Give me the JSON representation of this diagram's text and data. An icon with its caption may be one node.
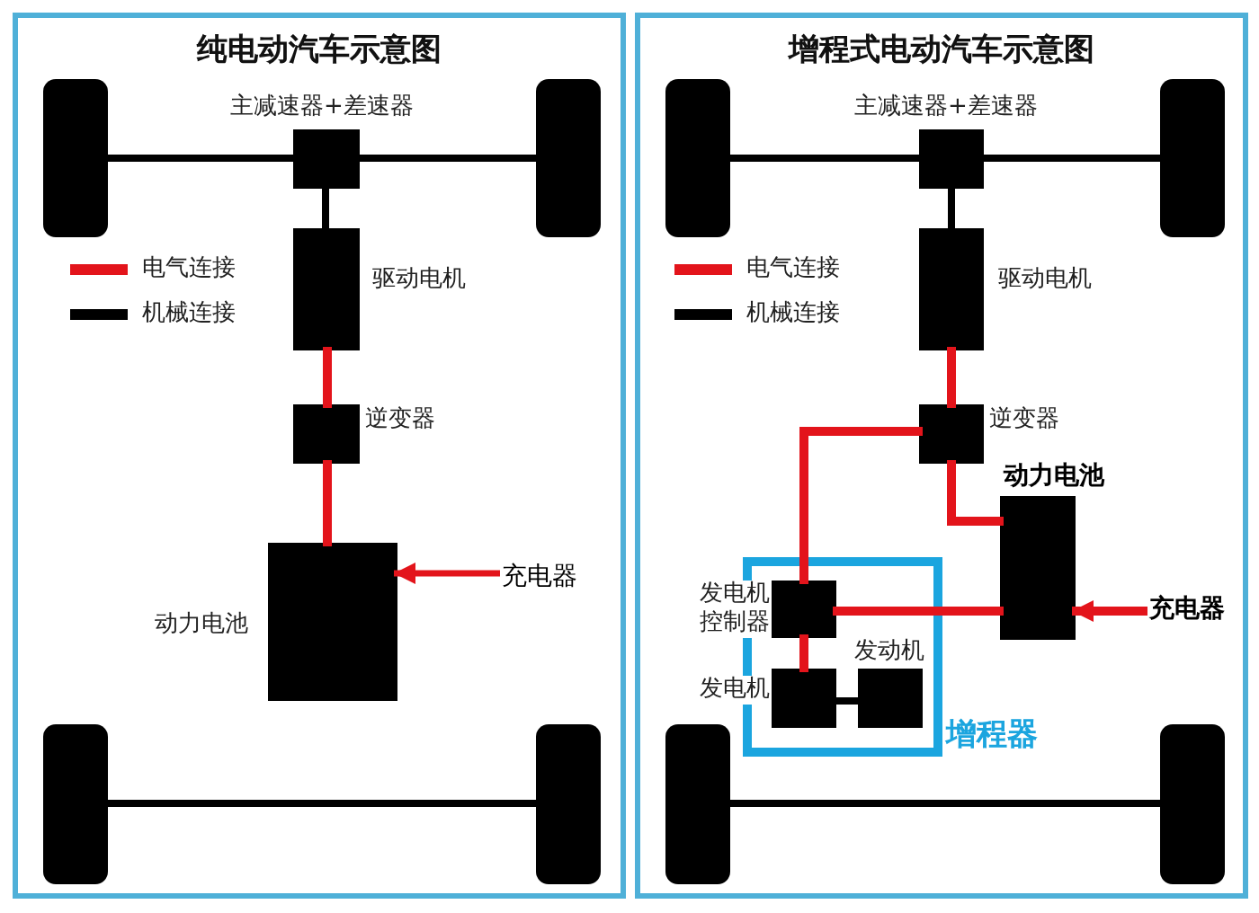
{
  "diagram": {
    "nodes": [
      {
        "text": [
          "纯电动汽车示意图"
        ]
      },
      {
        "text": [],
        "shape": "wheel",
        "in": 0
      },
      {
        "text": [],
        "shape": "wheel",
        "in": 0
      },
      {
        "text": [],
        "shape": "box",
        "beside": [
          "主减速器+差速器"
        ],
        "in": 0
      },
      {
        "text": [],
        "shape": "box",
        "beside": [
          "驱动电机"
        ],
        "in": 0
      },
      {
        "text": [],
        "shape": "box",
        "beside": [
          "逆变器"
        ],
        "in": 0
      },
      {
        "text": [],
        "shape": "box",
        "beside": [
          "动力电池"
        ],
        "in": 0
      },
      {
        "text": [],
        "shape": "wheel",
        "in": 0
      },
      {
        "text": [],
        "shape": "wheel",
        "in": 0
      },
      {
        "text": [
          "充电器"
        ],
        "in": 0
      },
      {
        "text": [
          "增程式电动汽车示意图"
        ]
      },
      {
        "text": [],
        "shape": "wheel",
        "in": 10
      },
      {
        "text": [],
        "shape": "wheel",
        "in": 10
      },
      {
        "text": [],
        "shape": "box",
        "beside": [
          "主减速器+差速器"
        ],
        "in": 10
      },
      {
        "text": [],
        "shape": "box",
        "beside": [
          "驱动电机"
        ],
        "in": 10
      },
      {
        "text": [],
        "shape": "box",
        "beside": [
          "逆变器"
        ],
        "in": 10
      },
      {
        "text": [],
        "shape": "box",
        "beside": [
          "动力电池"
        ],
        "in": 10
      },
      {
        "text": [
          "增程器"
        ],
        "in": 10
      },
      {
        "text": [],
        "shape": "box",
        "beside": [
          "发电机控制器"
        ],
        "in": 17
      },
      {
        "text": [],
        "shape": "box",
        "beside": [
          "发电机"
        ],
        "in": 17
      },
      {
        "text": [],
        "shape": "box",
        "beside": [
          "发动机"
        ],
        "in": 17
      },
      {
        "text": [],
        "shape": "wheel",
        "in": 10
      },
      {
        "text": [],
        "shape": "wheel",
        "in": 10
      },
      {
        "text": [
          "充电器"
        ],
        "in": 10
      }
    ],
    "edges": [
      {
        "from": 1,
        "to": 3,
        "arrow": "none",
        "color": "#000000"
      },
      {
        "from": 3,
        "to": 2,
        "arrow": "none",
        "color": "#000000"
      },
      {
        "from": 3,
        "to": 4,
        "arrow": "none",
        "color": "#000000"
      },
      {
        "from": 4,
        "to": 5,
        "arrow": "none",
        "color": "#e3141b"
      },
      {
        "from": 5,
        "to": 6,
        "arrow": "none",
        "color": "#e3141b"
      },
      {
        "from": 9,
        "to": 6,
        "arrow": "to",
        "color": "#e3141b"
      },
      {
        "from": 7,
        "to": 8,
        "arrow": "none",
        "color": "#000000"
      },
      {
        "from": 11,
        "to": 13,
        "arrow": "none",
        "color": "#000000"
      },
      {
        "from": 13,
        "to": 12,
        "arrow": "none",
        "color": "#000000"
      },
      {
        "from": 13,
        "to": 14,
        "arrow": "none",
        "color": "#000000"
      },
      {
        "from": 14,
        "to": 15,
        "arrow": "none",
        "color": "#e3141b"
      },
      {
        "from": 15,
        "to": 16,
        "arrow": "none",
        "color": "#e3141b"
      },
      {
        "from": 15,
        "to": 18,
        "arrow": "none",
        "color": "#e3141b"
      },
      {
        "from": 18,
        "to": 16,
        "arrow": "none",
        "color": "#e3141b"
      },
      {
        "from": 18,
        "to": 19,
        "arrow": "none",
        "color": "#e3141b"
      },
      {
        "from": 19,
        "to": 20,
        "arrow": "none",
        "color": "#000000"
      },
      {
        "from": 23,
        "to": 16,
        "arrow": "to",
        "color": "#e3141b"
      },
      {
        "from": 21,
        "to": 22,
        "arrow": "none",
        "color": "#000000"
      }
    ],
    "legend": [
      {
        "text": "电气连接",
        "color": "#e3141b"
      },
      {
        "text": "机械连接",
        "color": "#000000"
      },
      {
        "text": "电气连接",
        "color": "#e3141b"
      },
      {
        "text": "机械连接",
        "color": "#000000"
      }
    ]
  }
}
